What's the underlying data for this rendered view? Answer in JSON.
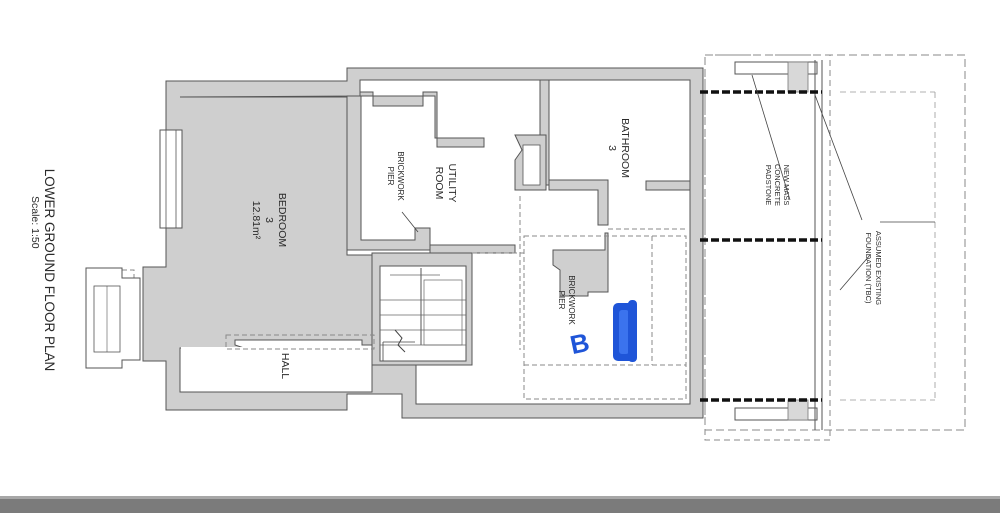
{
  "drawing": {
    "title": "LOWER GROUND FLOOR PLAN",
    "scale": "Scale: 1:50"
  },
  "rooms": {
    "bedroom": {
      "name": "BEDROOM",
      "number": "3",
      "area": "12.81m²"
    },
    "utility": {
      "line1": "UTILITY",
      "line2": "ROOM"
    },
    "bathroom": {
      "name": "BATHROOM",
      "number": "3"
    },
    "hall": {
      "name": "HALL"
    }
  },
  "annotations": {
    "pier_1": {
      "line1": "BRICKWORK",
      "line2": "PIER"
    },
    "pier_2": {
      "line1": "BRICKWORK",
      "line2": "PIER"
    },
    "padstone": {
      "line1": "NEW MASS",
      "line2": "CONCRETE",
      "line3": "PADSTONE"
    },
    "foundation": {
      "line1": "ASSUMED EXISTING",
      "line2": "FOUNDATION (TBC)"
    },
    "handwritten_mark": "B"
  },
  "colors": {
    "wall_fill": "#cfcfcf",
    "line": "#555555",
    "dashed": "#8a8a8a",
    "marker": "#1f55d8"
  }
}
